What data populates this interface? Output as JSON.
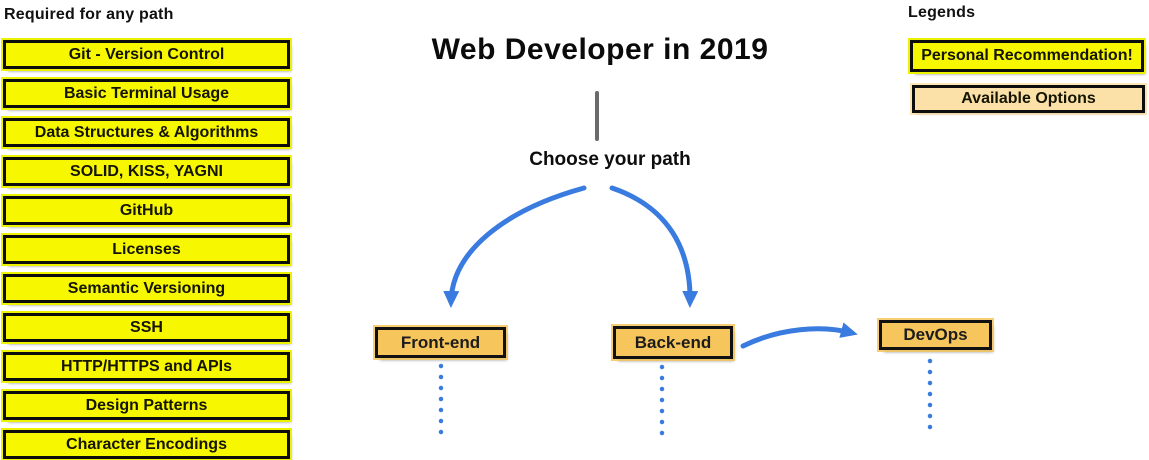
{
  "diagram": {
    "required": {
      "title": "Required for any path",
      "items": [
        "Git - Version Control",
        "Basic Terminal Usage",
        "Data Structures & Algorithms",
        "SOLID, KISS, YAGNI",
        "GitHub",
        "Licenses",
        "Semantic Versioning",
        "SSH",
        "HTTP/HTTPS and APIs",
        "Design Patterns",
        "Character Encodings"
      ]
    },
    "center": {
      "title": "Web Developer in 2019",
      "choose_label": "Choose your path",
      "nodes": [
        {
          "label": "Front-end"
        },
        {
          "label": "Back-end"
        },
        {
          "label": "DevOps"
        }
      ]
    },
    "legends": {
      "title": "Legends",
      "items": [
        {
          "label": "Personal Recommendation!",
          "style": "recommendation"
        },
        {
          "label": "Available Options",
          "style": "available-option"
        }
      ]
    },
    "colors": {
      "recommendation_yellow": "#F7F700",
      "option_gold": "#F6C55C",
      "option_cream": "#FBE1A8",
      "arrow_blue": "#3A7BE0",
      "connector_gray": "#6A6A6A"
    }
  }
}
